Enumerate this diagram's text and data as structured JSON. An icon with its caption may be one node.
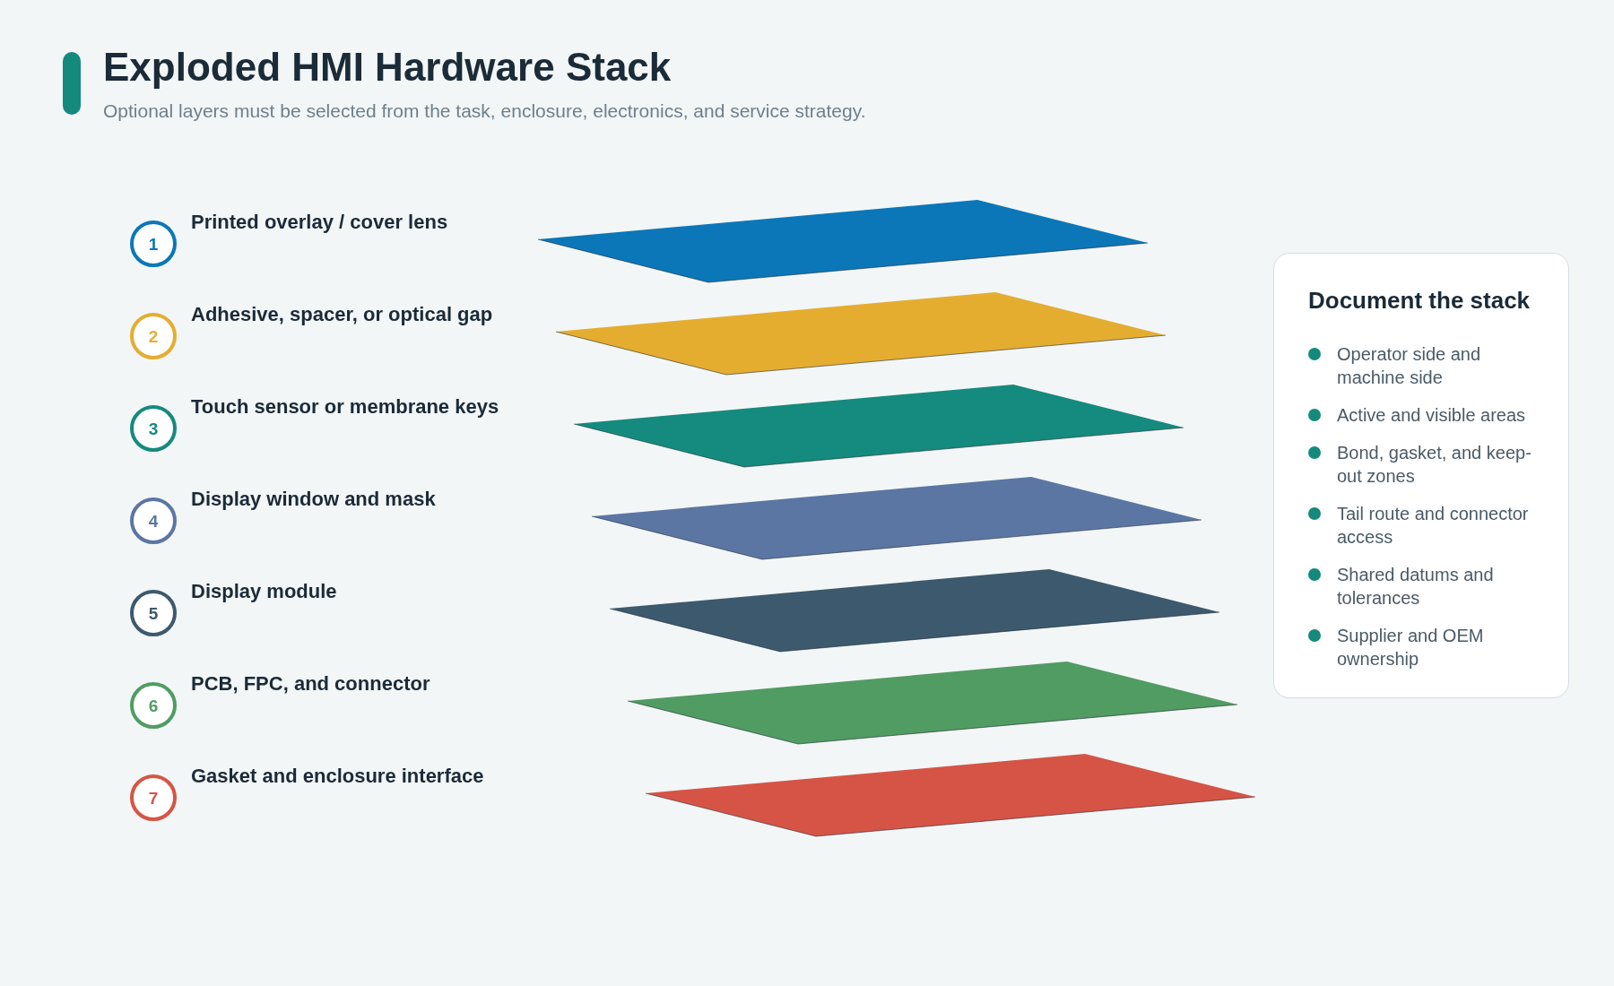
{
  "diagram": {
    "title": "Exploded HMI Hardware Stack",
    "nodes": [
      {
        "text": [
          "1"
        ],
        "beside": [
          "Printed overlay / cover lens"
        ]
      },
      {
        "text": [
          "2"
        ],
        "beside": [
          "Adhesive, spacer, or optical gap"
        ]
      },
      {
        "text": [
          "3"
        ],
        "beside": [
          "Touch sensor or membrane keys"
        ]
      },
      {
        "text": [
          "4"
        ],
        "beside": [
          "Display window and mask"
        ]
      },
      {
        "text": [
          "5"
        ],
        "beside": [
          "Display module"
        ]
      },
      {
        "text": [
          "6"
        ],
        "beside": [
          "PCB, FPC, and connector"
        ]
      },
      {
        "text": [
          "7"
        ],
        "beside": [
          "Gasket and enclosure interface"
        ]
      },
      {
        "text": [
          "Document the stack",
          "Operator side and machine side",
          "Active and visible areas",
          "Bond, gasket, and keep-out zones",
          "Tail route and connector access",
          "Shared datums and tolerances",
          "Supplier and OEM ownership"
        ]
      }
    ],
    "labels": [
      "Optional layers must be selected from the task, enclosure, electronics, and service strategy."
    ]
  }
}
